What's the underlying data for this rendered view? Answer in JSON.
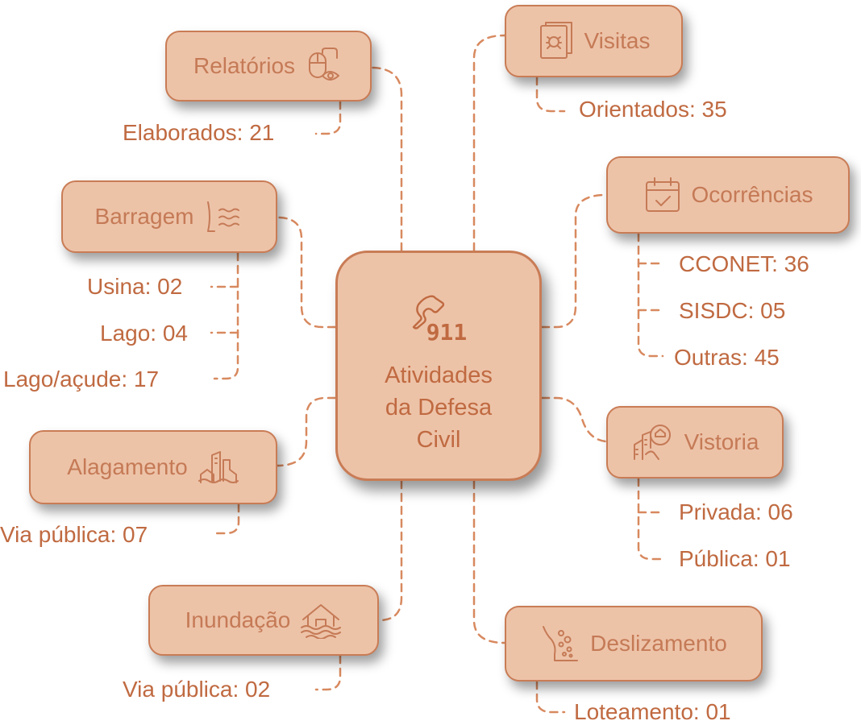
{
  "center": {
    "icon": "phone-icon",
    "number": "911",
    "title_lines": [
      "Atividades",
      "da Defesa",
      "Civil"
    ]
  },
  "nodes": {
    "relatorios": {
      "label": "Relatórios",
      "icon": "mouse-eye-icon",
      "items": [
        "Elaborados: 21"
      ]
    },
    "visitas": {
      "label": "Visitas",
      "icon": "document-bug-icon",
      "items": [
        "Orientados: 35"
      ]
    },
    "barragem": {
      "label": "Barragem",
      "icon": "dam-water-icon",
      "items": [
        "Usina: 02",
        "Lago: 04",
        "Lago/açude: 17"
      ]
    },
    "ocorrencias": {
      "label": "Ocorrências",
      "icon": "calendar-check-icon",
      "items": [
        "CCONET: 36",
        "SISDC: 05",
        "Outras: 45"
      ]
    },
    "alagamento": {
      "label": "Alagamento",
      "icon": "flooded-buildings-icon",
      "items": [
        "Via pública: 07"
      ]
    },
    "vistoria": {
      "label": "Vistoria",
      "icon": "building-inspection-icon",
      "items": [
        "Privada: 06",
        "Pública: 01"
      ]
    },
    "inundacao": {
      "label": "Inundação",
      "icon": "flooded-house-icon",
      "items": [
        "Via pública: 02"
      ]
    },
    "deslizamento": {
      "label": "Deslizamento",
      "icon": "landslide-icon",
      "items": [
        "Loteamento: 01"
      ]
    }
  },
  "colors": {
    "node_fill": "#edc3a8",
    "node_border": "#c97c55",
    "text": "#c06a41",
    "connector": "#d8895f",
    "background": "#ffffff"
  }
}
